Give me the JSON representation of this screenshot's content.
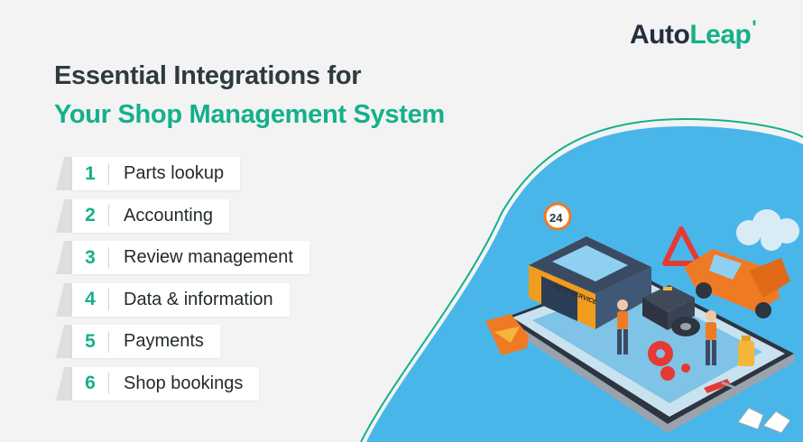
{
  "logo": {
    "auto": "Auto",
    "leap": "Leap",
    "tick": "'"
  },
  "title": {
    "line1": "Essential Integrations for",
    "line2": "Your Shop Management System"
  },
  "items": [
    {
      "num": "1",
      "label": "Parts lookup"
    },
    {
      "num": "2",
      "label": "Accounting"
    },
    {
      "num": "3",
      "label": "Review management"
    },
    {
      "num": "4",
      "label": "Data & information"
    },
    {
      "num": "5",
      "label": "Payments"
    },
    {
      "num": "6",
      "label": "Shop bookings"
    }
  ],
  "illustration": {
    "sign_badge": "24",
    "garage_sign": "AUTO SERVICE"
  },
  "colors": {
    "brand_green": "#14b08b",
    "brand_dark": "#222f3e",
    "blob_blue": "#49b6ea",
    "car_orange": "#ef7a24"
  }
}
